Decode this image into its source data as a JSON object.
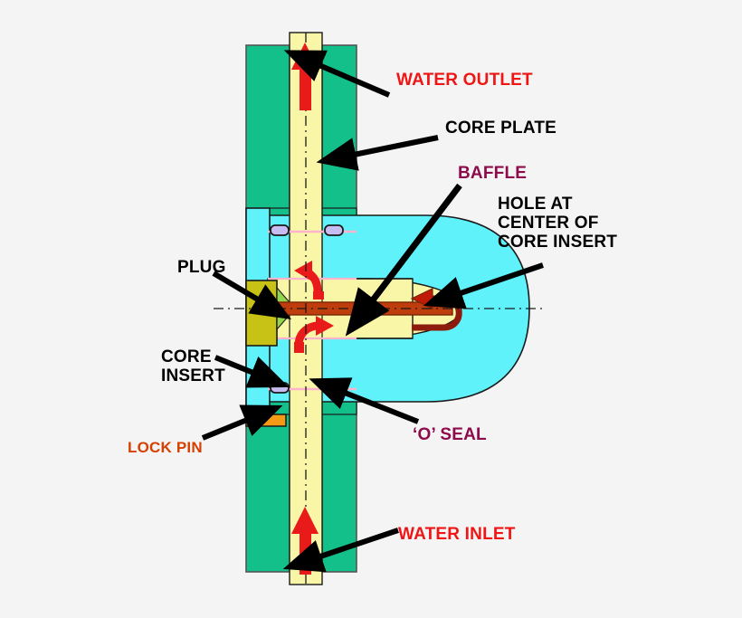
{
  "diagram": {
    "title": "Baffle cooling cross-section of mold core insert",
    "background_color": "#f4f4f4"
  },
  "labels": {
    "water_outlet": "WATER OUTLET",
    "core_plate": "CORE PLATE",
    "baffle": "BAFFLE",
    "hole_at_center_line1": "HOLE AT",
    "hole_at_center_line2": "CENTER OF",
    "hole_at_center_line3": "CORE INSERT",
    "plug": "PLUG",
    "core_insert_line1": "CORE",
    "core_insert_line2": "INSERT",
    "lock_pin": "LOCK PIN",
    "o_seal": "‘O’ SEAL",
    "water_inlet": "WATER INLET"
  },
  "colors": {
    "core_plate_green": "#13c08a",
    "water_channel_yellow": "#f9f6a8",
    "core_insert_cyan": "#5ff2fb",
    "plug_olive": "#c8c216",
    "baffle_rod_brown": "#bf3c0c",
    "o_seal_lavender": "#c8bdf0",
    "lock_pin_orange": "#f59a14",
    "flow_arrow_red": "#e81a1a",
    "pink_parting_line": "#ffb3cc",
    "label_red": "#ef1515",
    "label_black": "#000000",
    "label_purple": "#8d0b4a",
    "label_orange": "#d64000",
    "outline": "#1a1a1a"
  },
  "parts": [
    {
      "name": "core-plate",
      "description": "Steel core plate, shown green, split left and right of the water channel"
    },
    {
      "name": "water-channel",
      "description": "Vertical drilled water line, shown pale yellow, running full height"
    },
    {
      "name": "core-insert",
      "description": "Cyan core insert with domed cavity end at right"
    },
    {
      "name": "baffle",
      "description": "Dark brown flat blade dividing the hole into inlet and outlet halves"
    },
    {
      "name": "plug",
      "description": "Olive threaded plug sealing the left end of the cross-drilled hole"
    },
    {
      "name": "o-seal",
      "description": "Lavender O-ring seals, two upper and two lower, at the plate parting faces"
    },
    {
      "name": "lock-pin",
      "description": "Orange lock pin retaining the core insert at lower left"
    }
  ],
  "flow": {
    "inlet_direction": "up",
    "outlet_direction": "up",
    "path": "Water enters at the bottom, rises in the channel, turns into the cross hole around the baffle, loops at the core insert centre and returns up to the outlet"
  }
}
